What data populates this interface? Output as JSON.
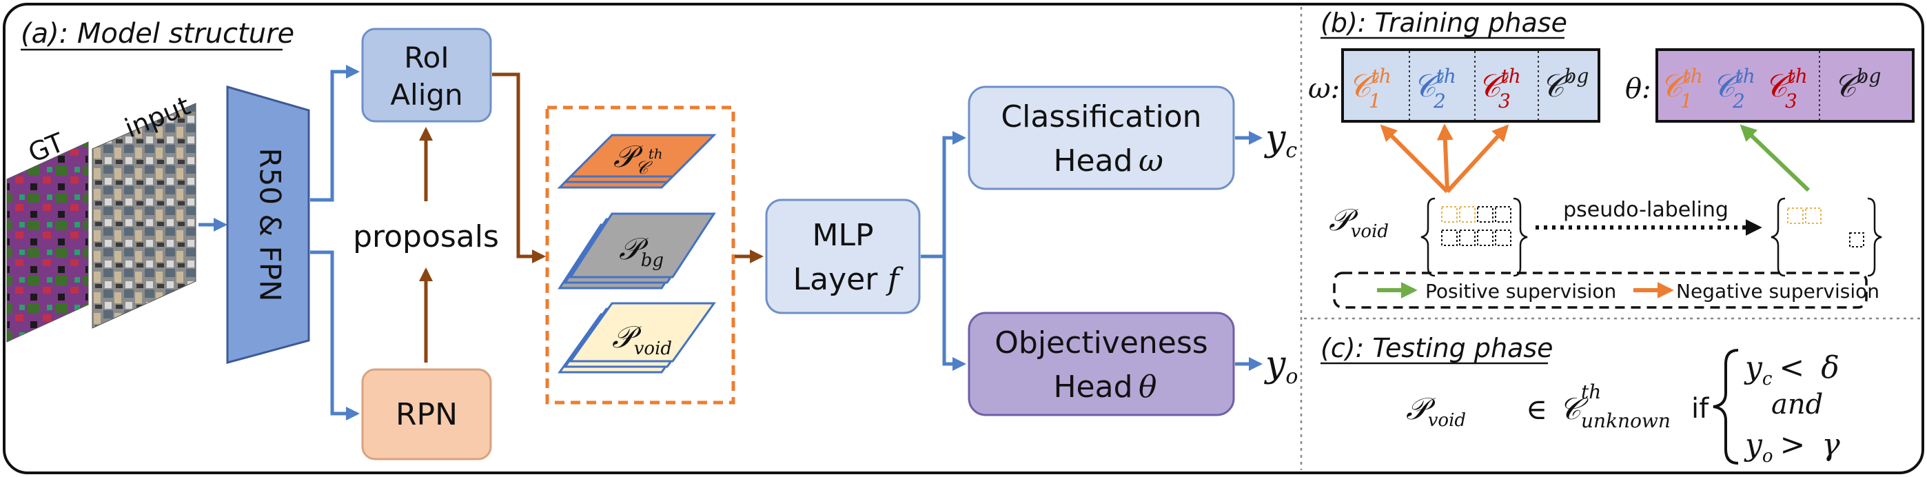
{
  "panel_a": {
    "title": "(a): Model structure",
    "gt_label": "GT",
    "input_label": "input",
    "backbone_label": "R50 & FPN",
    "roi_align_line1": "RoI",
    "roi_align_line2": "Align",
    "proposals_label": "proposals",
    "rpn_label": "RPN",
    "sets": {
      "cth": {
        "main": "𝒫",
        "sub": "𝒞",
        "sup": "th"
      },
      "bg": {
        "main": "𝒫",
        "sub": "bg"
      },
      "void": {
        "main": "𝒫",
        "sub": "void"
      }
    },
    "mlp_line1": "MLP",
    "mlp_line2": "Layer",
    "mlp_symbol": "f",
    "cls_head_line1": "Classification",
    "cls_head_line2": "Head",
    "cls_head_symbol": "ω",
    "obj_head_line1": "Objectiveness",
    "obj_head_line2": "Head",
    "obj_head_symbol": "θ",
    "y_c": {
      "main": "y",
      "sub": "c"
    },
    "y_o": {
      "main": "y",
      "sub": "o"
    }
  },
  "panel_b": {
    "title": "(b): Training phase",
    "omega_label": "ω:",
    "theta_label": "θ:",
    "omega_cells": [
      {
        "main": "𝒞",
        "sub": "1",
        "sup": "th",
        "color": "#ed7d31"
      },
      {
        "main": "𝒞",
        "sub": "2",
        "sup": "th",
        "color": "#4472c4"
      },
      {
        "main": "𝒞",
        "sub": "3",
        "sup": "th",
        "color": "#c00000"
      },
      {
        "main": "𝒞",
        "sup": "bg",
        "color": "#1a1a1a"
      }
    ],
    "theta_cells": [
      {
        "main": "𝒞",
        "sub": "1",
        "sup": "th",
        "color": "#ed7d31"
      },
      {
        "main": "𝒞",
        "sub": "2",
        "sup": "th",
        "color": "#4472c4"
      },
      {
        "main": "𝒞",
        "sub": "3",
        "sup": "th",
        "color": "#c00000"
      },
      {
        "main": "𝒞",
        "sup": "bg",
        "color": "#1a1a1a"
      }
    ],
    "void_label": {
      "main": "𝒫",
      "sub": "void"
    },
    "pseudo_labeling": "pseudo-labeling",
    "legend_positive": "Positive supervision",
    "legend_negative": "Negative supervision"
  },
  "panel_c": {
    "title": "(c): Testing phase",
    "void_main": "𝒫",
    "void_sub": "void",
    "in_symbol": "∈",
    "unknown_main": "𝒞",
    "unknown_sub": "unknown",
    "unknown_sup": "th",
    "if_label": "if",
    "cond1_main": "y",
    "cond1_sub": "c",
    "cond1_rel": "<",
    "cond1_var": "δ",
    "cond_and": "and",
    "cond2_main": "y",
    "cond2_sub": "o",
    "cond2_rel": ">",
    "cond2_var": "γ"
  },
  "colors": {
    "blue_arrow": "#4f7fc6",
    "brown_arrow": "#8b4513",
    "orange": "#ed7d31",
    "green": "#70ad47",
    "box_blue": "#b4c7e7",
    "box_blue_light": "#dae3f3",
    "box_peach": "#f8cbad",
    "box_purple": "#b4a7d6",
    "theta_bar": "#c3a6d8",
    "omega_bar": "#d0dcf0",
    "set_orange": "#ef8a4a",
    "set_gray": "#a6a6a6",
    "set_yellow": "#fff2cc"
  }
}
